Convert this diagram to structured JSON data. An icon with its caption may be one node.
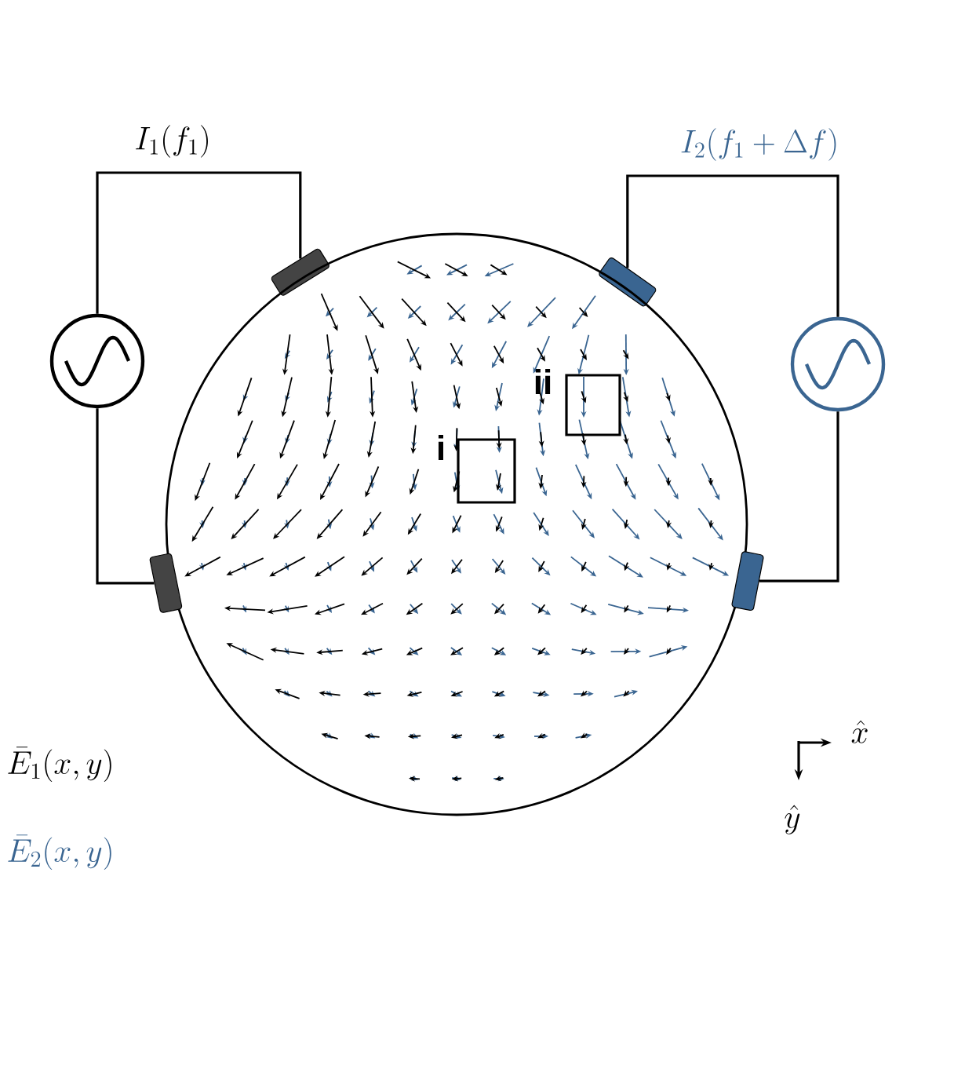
{
  "diagram": {
    "nodes": [
      {
        "text": [],
        "shape": "box"
      },
      {
        "text": [],
        "shape": "box"
      },
      {
        "text": [],
        "shape": "circle"
      },
      {
        "text": [],
        "shape": "circle"
      },
      {
        "text": [],
        "shape": "circle"
      },
      {
        "text": [
          "ii"
        ],
        "in": 4
      },
      {
        "text": [
          "i"
        ],
        "in": 4
      },
      {
        "text": [],
        "shape": "box"
      },
      {
        "text": [],
        "shape": "box"
      }
    ],
    "edges": [
      {
        "from": 2,
        "to": 0,
        "arrow": "none"
      },
      {
        "from": 2,
        "to": 7,
        "arrow": "none"
      },
      {
        "from": 3,
        "to": 1,
        "arrow": "none"
      },
      {
        "from": 3,
        "to": 8,
        "arrow": "none"
      }
    ],
    "labels": [
      "I_1(f_1)",
      "I_2(f_1+\\Delta f)",
      "\\hat{x}",
      "\\bar{E}_1(x,y)",
      "\\hat{y}",
      "\\bar{E}_2(x,y)"
    ]
  }
}
